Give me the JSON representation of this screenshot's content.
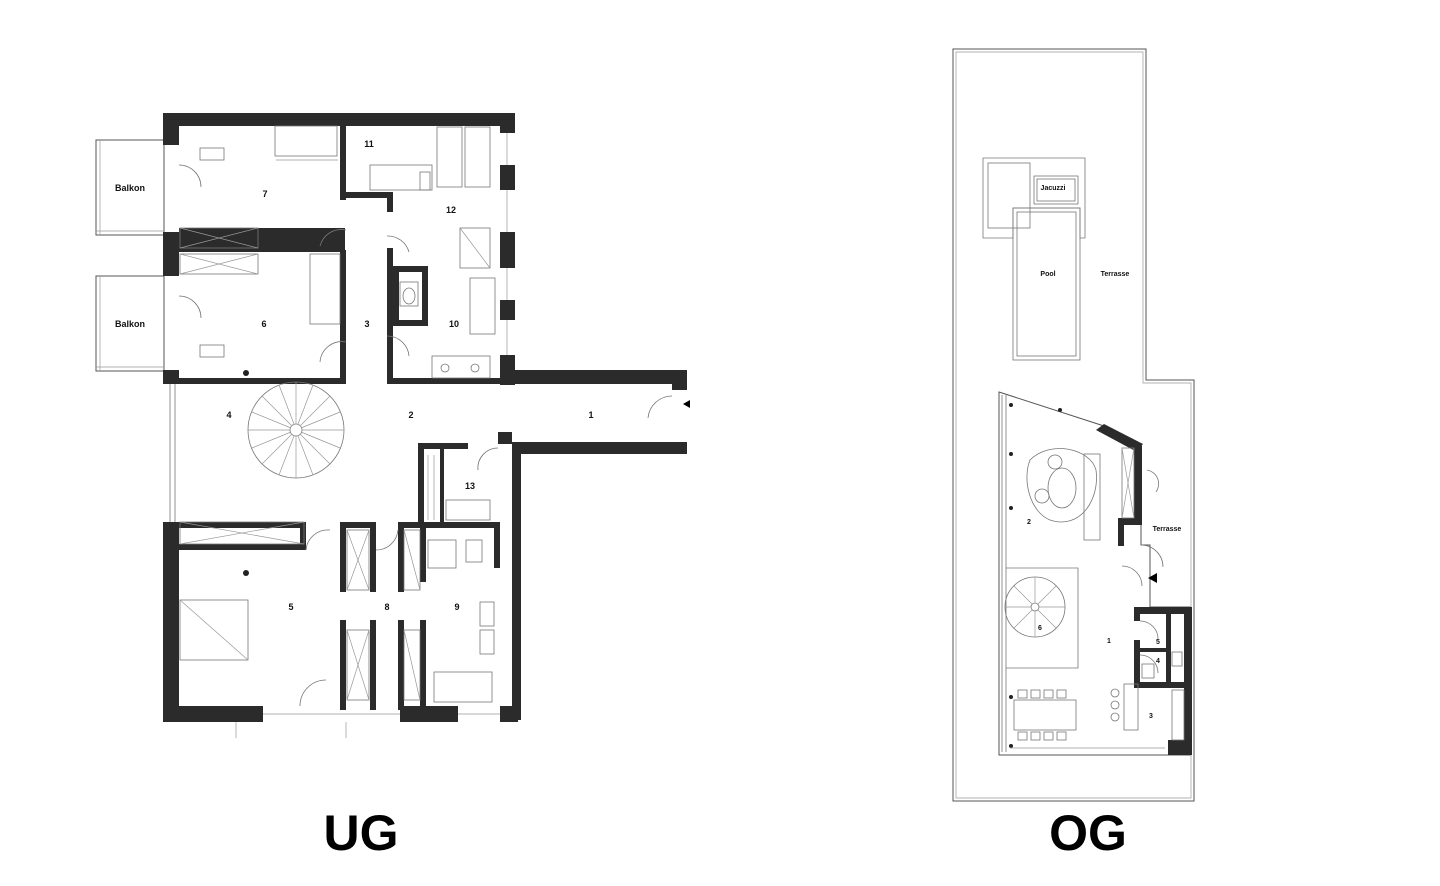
{
  "plans": {
    "ug": {
      "title": "UG",
      "rooms": {
        "r1": "1",
        "r2": "2",
        "r3": "3",
        "r4": "4",
        "r5": "5",
        "r6": "6",
        "r7": "7",
        "r8": "8",
        "r9": "9",
        "r10": "10",
        "r11": "11",
        "r12": "12",
        "r13": "13",
        "balkon_top": "Balkon",
        "balkon_bottom": "Balkon"
      }
    },
    "og": {
      "title": "OG",
      "rooms": {
        "r1": "1",
        "r2": "2",
        "r3": "3",
        "r4": "4",
        "r5": "5",
        "r6": "6",
        "jacuzzi": "Jacuzzi",
        "pool": "Pool",
        "terrasse_top": "Terrasse",
        "terrasse_side": "Terrasse"
      }
    }
  }
}
